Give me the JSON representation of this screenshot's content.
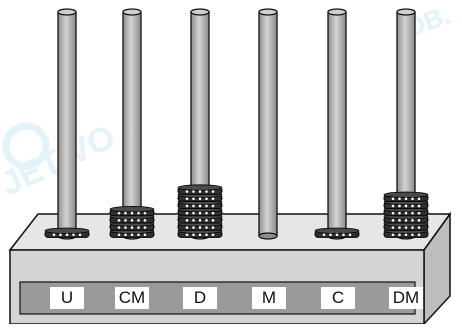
{
  "abacus": {
    "rods": [
      {
        "label": "U",
        "beads": 1
      },
      {
        "label": "CM",
        "beads": 4
      },
      {
        "label": "D",
        "beads": 7
      },
      {
        "label": "M",
        "beads": 0
      },
      {
        "label": "C",
        "beads": 1
      },
      {
        "label": "DM",
        "beads": 6
      }
    ]
  },
  "watermark": {
    "text": "OBJETIVO"
  },
  "colors": {
    "rod": "#b8b8b8",
    "bead": "#2f2f2f",
    "base": "#d9d9d9",
    "strip": "#9a9a9a",
    "watermark": "#cde9f4"
  }
}
